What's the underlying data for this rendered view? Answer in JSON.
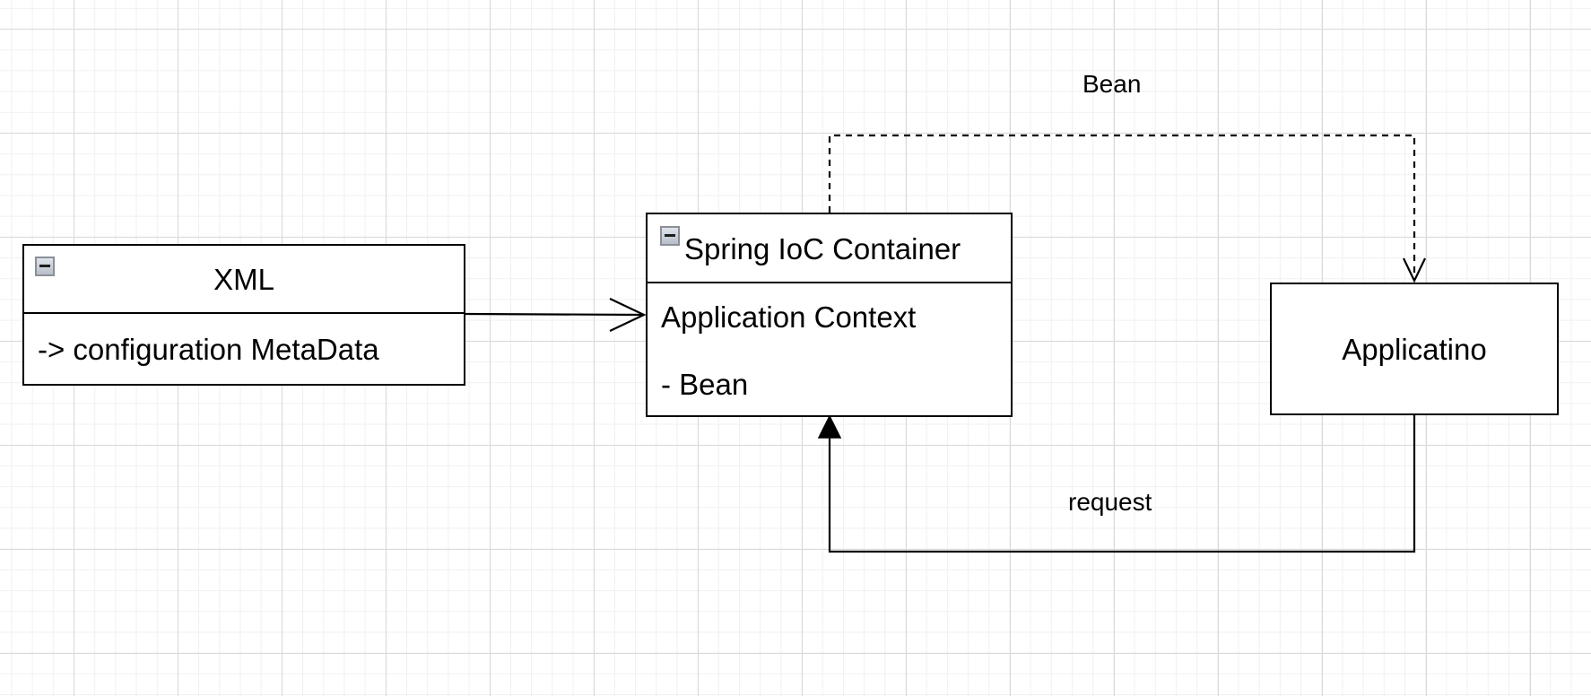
{
  "diagram": {
    "nodes": {
      "xml": {
        "title": "XML",
        "rows": [
          "-> configuration MetaData"
        ]
      },
      "container": {
        "title": "Spring IoC Container",
        "rows": [
          "Application Context",
          "- Bean"
        ]
      },
      "app": {
        "title": "Applicatino"
      }
    },
    "edges": {
      "bean_label": "Bean",
      "request_label": "request"
    }
  },
  "colors": {
    "grid_major": "#d9d9d9",
    "grid_minor": "#f0f0f0",
    "stroke": "#000000",
    "icon_border": "#8a8f98"
  },
  "icons": {
    "collapse": "minus-square-icon"
  }
}
